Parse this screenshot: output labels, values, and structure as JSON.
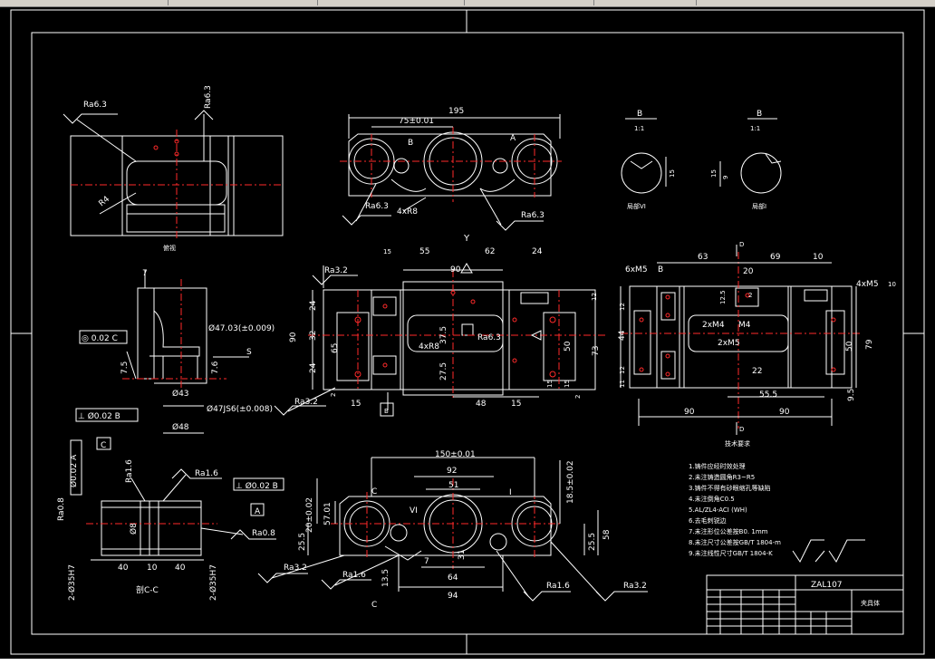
{
  "window": {
    "toolbar_hint": ""
  },
  "title_block": {
    "drawing_no": "ZAL107",
    "part_name": "夹具体"
  },
  "notes": {
    "heading": "技术要求",
    "items": [
      "1.铸件应经时效处理",
      "2.未注铸造圆角R3~R5",
      "3.铸件不得有砂眼缩孔等缺陷",
      "4.未注倒角C0.5",
      "5.AL/ZL4-ACI (WH)",
      "6.去毛刺锐边",
      "7.未注形位公差按B0. 1mm",
      "8.未注尺寸公差按GB/T 1804-m",
      "9.未注线性尺寸GB/T 1804-K"
    ]
  },
  "views": {
    "top_left": {
      "rough1": "Ra6.3",
      "rough2": "Ra6.3",
      "radius": "R4",
      "label": "俯视"
    },
    "top_center": {
      "d_overall": "195",
      "d_pitch": "75±0.01",
      "rough_left": "Ra6.3",
      "rough_right": "Ra6.3",
      "radius": "4xR8",
      "mark_b": "B",
      "mark_a": "A",
      "arrow": "Y"
    },
    "section_b1": {
      "label": "B",
      "sub": "1:1",
      "dim": "15",
      "caption": "局部VI"
    },
    "section_b2": {
      "label": "B",
      "sub": "1:1",
      "dim1": "15",
      "dim2": "9",
      "caption": "局部I"
    },
    "mid_left": {
      "rough": "Ra3.2",
      "d_top": "15",
      "d_55": "55",
      "d_62": "62",
      "d_24": "24",
      "d_90w": "90",
      "d_12": "12",
      "d_90h": "90",
      "d_24a": "24",
      "d_32": "32",
      "d_65": "65",
      "d_24b": "24",
      "radius": "4xR8",
      "d_375": "37.5",
      "d_275": "27.5",
      "rough_mid": "Ra6.3",
      "d_50": "50",
      "d_73": "73",
      "d_15a": "15",
      "d_15b": "15",
      "d_48": "48",
      "d_15c": "15",
      "d_2a": "2",
      "d_2b": "2",
      "rough_low": "Ra3.2",
      "mark_b": "B"
    },
    "mid_right": {
      "d_63": "63",
      "d_69": "69",
      "d_10": "10",
      "d_20": "20",
      "mark_b": "B",
      "thread1": "6xM5",
      "thread2": "2xM4",
      "thread3": "M4",
      "thread4": "2xM5",
      "thread5": "4xM5",
      "d_125": "12.5",
      "d_2": "2",
      "d_12": "12",
      "d_44": "44",
      "d_12b": "12",
      "d_11": "11",
      "d_22": "22",
      "d_50": "50",
      "d_79": "79",
      "d_95": "9.5",
      "d_555": "55.5",
      "d_90a": "90",
      "d_90b": "90",
      "d_10b": "10",
      "sec_d_top": "D",
      "sec_d_bot": "D"
    },
    "side_part": {
      "d_7": "7",
      "tol_frame": "◎ 0.02 C",
      "fit1": "Ø47.03(±0.009)",
      "d_75": "7.5",
      "d_76": "7.6",
      "d_43": "Ø43",
      "fit2": "Ø47JS6(±0.008)",
      "d_48": "Ø48",
      "perp_frame": "⊥ Ø0.02 B",
      "datum_c": "C",
      "s_mark": "S"
    },
    "section_cc": {
      "tol1": "Ø0.02 A",
      "rough1": "Ra1.6",
      "rough2": "Ra1.6",
      "perp": "⊥ Ø0.02 B",
      "datum_a": "A",
      "rough3": "Ra0.8",
      "rough4": "Ra0.8",
      "d_8": "Ø8",
      "d_40a": "40",
      "d_10": "10",
      "d_40b": "40",
      "hole_l": "2-Ø35H7",
      "hole_r": "2-Ø35H7",
      "label": "剖C-C"
    },
    "bottom_center": {
      "d_150": "150±0.01",
      "d_92": "92",
      "d_51": "51",
      "d_185": "18.5±0.02",
      "d_200": "20±0.02",
      "d_57": "57.01",
      "d_255a": "25.5",
      "d_255b": "25.5",
      "d_58": "58",
      "d_31": "31",
      "d_7": "7",
      "d_64": "64",
      "d_94": "94",
      "d_135": "13.5",
      "mark_c_top": "C",
      "mark_c_bot": "C",
      "mark_vi": "VI",
      "mark_i": "I",
      "rough1": "Ra3.2",
      "rough2": "Ra1.6",
      "rough3": "Ra1.6",
      "rough4": "Ra3.2"
    }
  },
  "colors": {
    "background": "#000000",
    "line": "#ffffff",
    "centerline": "#ff2a2a"
  }
}
